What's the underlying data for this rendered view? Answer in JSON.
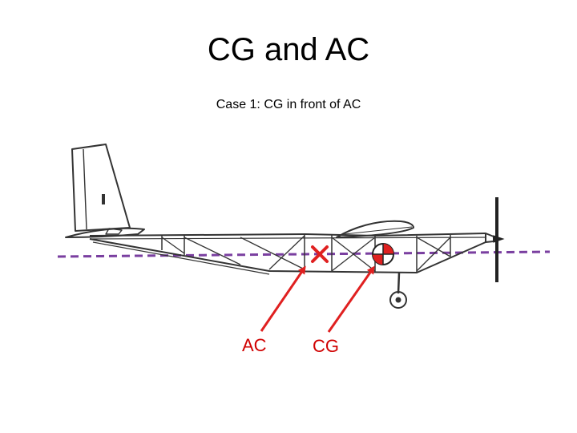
{
  "title": "CG and AC",
  "subtitle": "Case 1: CG in front of AC",
  "labels": {
    "ac": "AC",
    "cg": "CG"
  },
  "colors": {
    "reference_line": "#7a3fa0",
    "arrow": "#e02020",
    "ac_marker": "#e02020",
    "cg_marker_fill": "#e02020",
    "airframe": "#333333"
  },
  "icons": {
    "ac_marker": "x-mark-icon",
    "cg_marker": "cg-symbol-icon"
  }
}
